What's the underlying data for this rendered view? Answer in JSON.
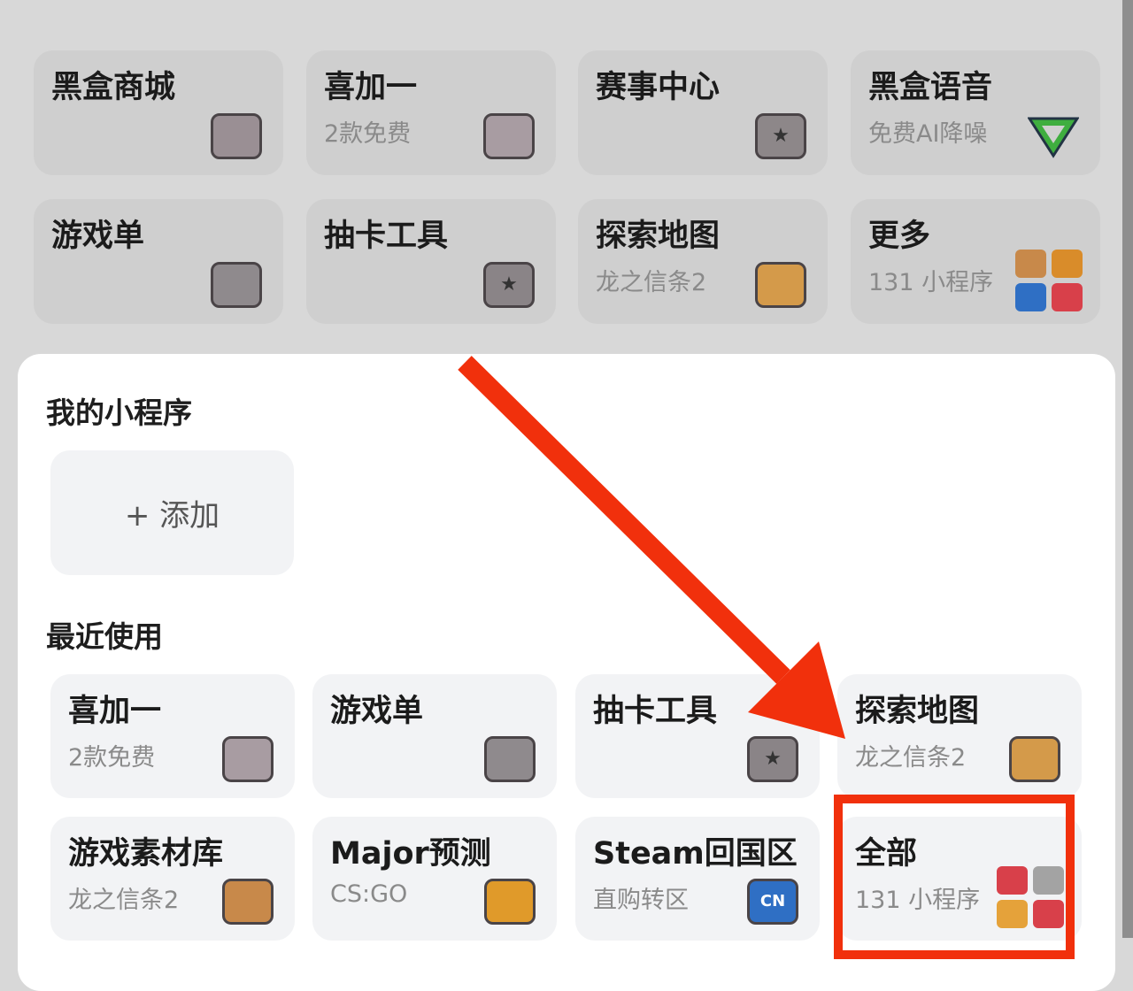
{
  "top_grid": [
    {
      "title": "黑盒商城",
      "sub": "",
      "icon": "toolbox-icon"
    },
    {
      "title": "喜加一",
      "sub": "2款免费",
      "icon": "gift-icon"
    },
    {
      "title": "赛事中心",
      "sub": "",
      "icon": "trophy-icon"
    },
    {
      "title": "黑盒语音",
      "sub": "免费AI降噪",
      "icon": "voice-logo-icon"
    },
    {
      "title": "游戏单",
      "sub": "",
      "icon": "folder-gamepad-icon"
    },
    {
      "title": "抽卡工具",
      "sub": "",
      "icon": "card-star-icon"
    },
    {
      "title": "探索地图",
      "sub": "龙之信条2",
      "icon": "map-pin-icon"
    },
    {
      "title": "更多",
      "sub": "131 小程序",
      "icon": "more-apps-icon"
    }
  ],
  "my_apps": {
    "heading": "我的小程序",
    "add_label": "+ 添加"
  },
  "recent": {
    "heading": "最近使用",
    "items": [
      {
        "title": "喜加一",
        "sub": "2款免费",
        "icon": "gift-icon"
      },
      {
        "title": "游戏单",
        "sub": "",
        "icon": "folder-gamepad-icon"
      },
      {
        "title": "抽卡工具",
        "sub": "",
        "icon": "card-star-icon"
      },
      {
        "title": "探索地图",
        "sub": "龙之信条2",
        "icon": "map-pin-icon"
      },
      {
        "title": "游戏素材库",
        "sub": "龙之信条2",
        "icon": "image-library-icon"
      },
      {
        "title": "Major预测",
        "sub": "CS:GO",
        "icon": "trophy-dice-icon"
      },
      {
        "title": "Steam回国区",
        "sub": "直购转区",
        "icon": "cn-region-icon"
      },
      {
        "title": "全部",
        "sub": "131 小程序",
        "icon": "all-apps-icon"
      }
    ]
  },
  "colors": {
    "annotation": "#f1300c"
  }
}
